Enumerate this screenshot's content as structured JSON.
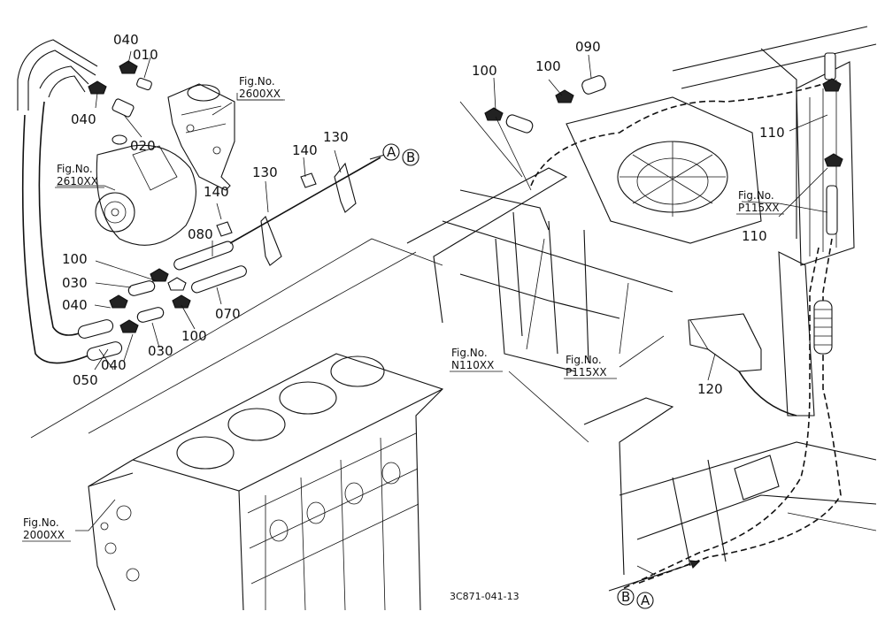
{
  "callouts": {
    "p040a": "040",
    "p010": "010",
    "p040b": "040",
    "p020": "020",
    "p140a": "140",
    "p130a": "130",
    "p140b": "140",
    "p130b": "130",
    "p080": "080",
    "p100a": "100",
    "p030a": "030",
    "p070": "070",
    "p040c": "040",
    "p100b": "100",
    "p040d": "040",
    "p030b": "030",
    "p050": "050",
    "p100c": "100",
    "p100d": "100",
    "p090": "090",
    "p110a": "110",
    "p110b": "110",
    "p120": "120"
  },
  "figrefs": {
    "f2600": {
      "prefix": "Fig.No.",
      "code": "2600XX"
    },
    "f2610": {
      "prefix": "Fig.No.",
      "code": "2610XX"
    },
    "f2000": {
      "prefix": "Fig.No.",
      "code": "2000XX"
    },
    "fN110": {
      "prefix": "Fig.No.",
      "code": "N110XX"
    },
    "fP115a": {
      "prefix": "Fig.No.",
      "code": "P115XX"
    },
    "fP115b": {
      "prefix": "Fig.No.",
      "code": "P115XX"
    }
  },
  "connectors": {
    "a": "A",
    "b": "B"
  },
  "drawing_code": "3C871-041-13"
}
